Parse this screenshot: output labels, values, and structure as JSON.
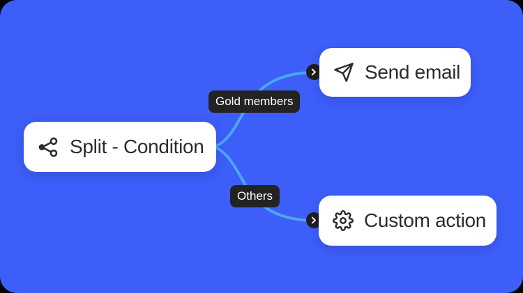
{
  "colors": {
    "canvas_bg": "#3d5ef8",
    "connector": "#4da6f0",
    "card_bg": "#ffffff",
    "card_text": "#2c2c2c",
    "label_bg": "#232323",
    "label_text": "#ffffff",
    "badge_bg": "#1e1e1e",
    "badge_icon": "#ffffff"
  },
  "nodes": {
    "split": {
      "label": "Split - Condition",
      "icon": "split-share-icon"
    },
    "send_email": {
      "label": "Send email",
      "icon": "send-paper-plane-icon"
    },
    "custom_action": {
      "label": "Custom action",
      "icon": "gear-icon"
    }
  },
  "edges": [
    {
      "from": "split",
      "to": "send_email",
      "label": "Gold members"
    },
    {
      "from": "split",
      "to": "custom_action",
      "label": "Others"
    }
  ]
}
